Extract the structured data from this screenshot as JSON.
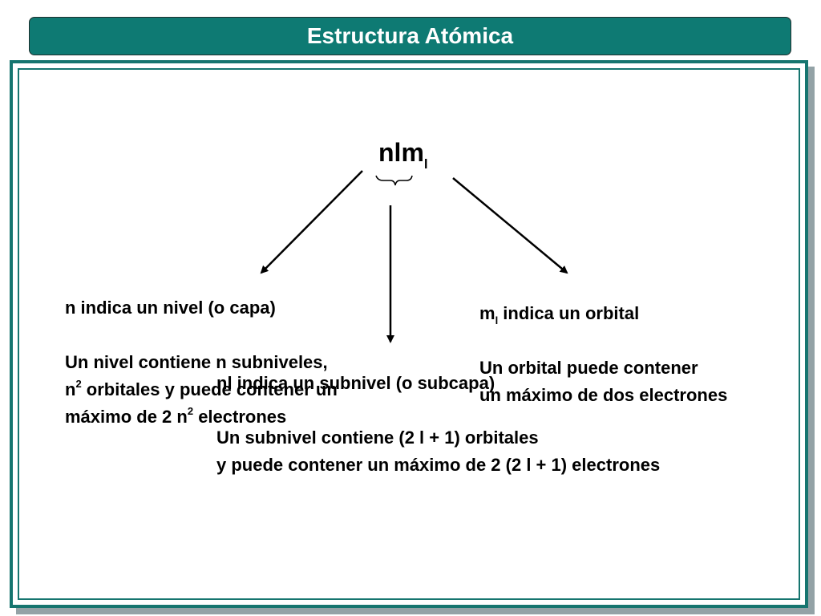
{
  "title": "Estructura Atómica",
  "formula": {
    "main": "nlm",
    "subscript": "l"
  },
  "left": {
    "line1": "n indica un nivel (o capa)",
    "line2": "Un nivel contiene n subniveles,",
    "line3_a": "n",
    "line3_sup": "2",
    "line3_b": " orbitales y puede contener un",
    "line4_a": "máximo de 2 n",
    "line4_sup": "2",
    "line4_b": " electrones"
  },
  "center": {
    "line1": "nl indica un subnivel (o subcapa)",
    "line2": "Un subnivel contiene (2 l + 1) orbitales",
    "line3": "y puede contener un máximo de 2 (2 l + 1) electrones"
  },
  "right": {
    "line1_a": "m",
    "line1_sub": "l",
    "line1_b": " indica un orbital",
    "line2": "Un orbital puede contener",
    "line3": "un máximo de dos electrones"
  },
  "colors": {
    "accent": "#0e7a73",
    "frame": "#16756f",
    "shadow": "#93a2a6"
  }
}
